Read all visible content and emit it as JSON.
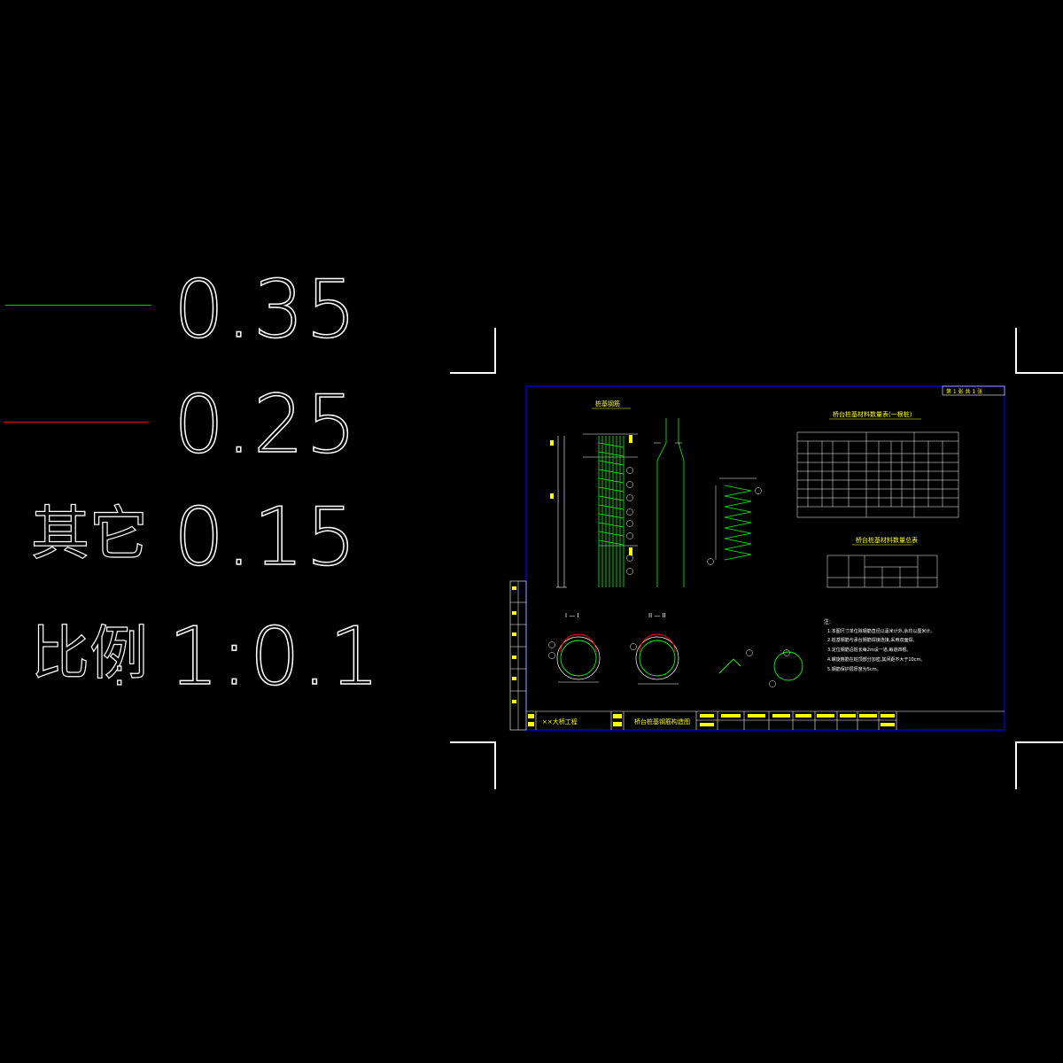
{
  "legend": {
    "rows": [
      {
        "label": "",
        "value": "0.35",
        "line_color": "#00cc00"
      },
      {
        "label": "",
        "value": "0.25",
        "line_color": "#ff0000"
      },
      {
        "label": "其它",
        "value": "0.15",
        "line_color": ""
      }
    ],
    "scale": {
      "label": "比例",
      "value": "1:0.1"
    }
  },
  "drawing": {
    "project_name": "××大桥工程",
    "drawing_title": "桥台桩基钢筋构造图",
    "sheet_info": "第 1 张  共 1 张",
    "section_title_1": "桩基钢筋",
    "table_title_1": "桥台桩基材料数量表(一根桩)",
    "table_title_2": "桥台桩基材料数量总表",
    "section_labels": [
      "I — I",
      "II — II"
    ],
    "notes_header": "注:",
    "notes": [
      "1.本图尺寸单位除钢筋直径以毫米计外,余均以厘米计。",
      "2.桩基钢筋与承台钢筋焊接连接,采用双面焊。",
      "3.定位钢筋沿桩长每2m设一道,每道四根。",
      "4.螺旋箍筋在桩顶部分加密,其间距不大于10cm。",
      "5.钢筋保护层厚度为5cm。"
    ],
    "colors": {
      "frame": "#0000ff",
      "text": "#ffff00",
      "rebar": "#00ff00",
      "line": "#ffffff"
    }
  }
}
